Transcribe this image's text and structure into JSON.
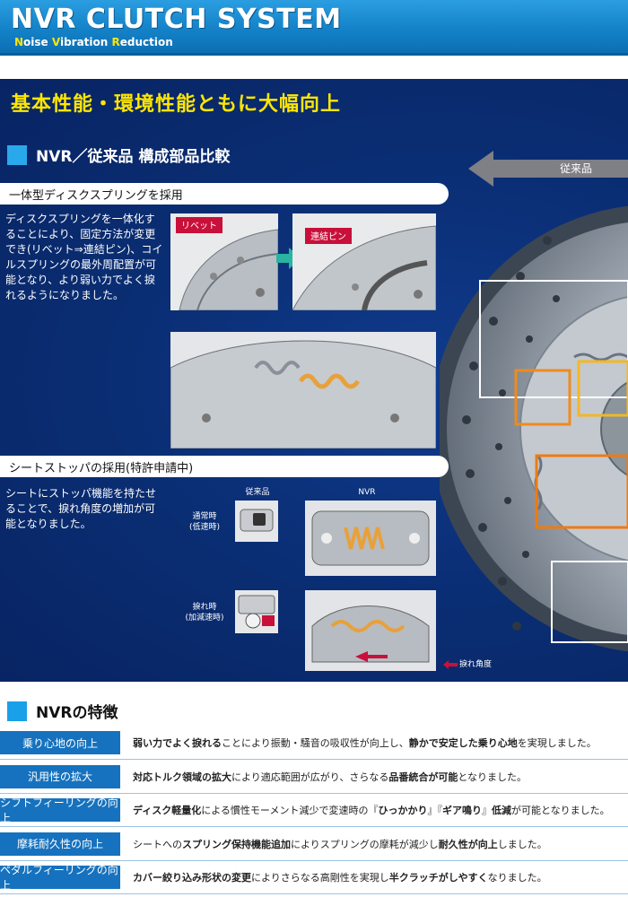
{
  "header": {
    "title": "NVR CLUTCH SYSTEM",
    "subtitle_parts": [
      "N",
      "oise ",
      "V",
      "ibration ",
      "R",
      "eduction"
    ]
  },
  "headline": "基本性能・環境性能ともに大幅向上",
  "comparison": {
    "section_title": "NVR／従来品 構成部品比較",
    "conventional_label": "従来品"
  },
  "spring": {
    "title": "一体型ディスクスプリングを採用",
    "lines": [
      "ディスクスプリングを一体化す",
      "ることにより、固定方法が変更",
      "でき(リベット⇒連結ピン)、コイ",
      "ルスプリングの最外周配置が可",
      "能となり、より弱い力でよく捩",
      "れるようになりました。"
    ],
    "tag_rivet": "リベット",
    "tag_pin": "連結ピン"
  },
  "stopper": {
    "title": "シートストッパの採用(特許申請中)",
    "lines": [
      "シートにストッパ機能を持たせ",
      "ることで、捩れ角度の増加が可",
      "能となりました。"
    ],
    "col_conventional": "従来品",
    "col_nvr": "NVR",
    "normal_line1": "通常時",
    "normal_line2": "(低速時)",
    "twist_line1": "捩れ時",
    "twist_line2": "(加減速時)",
    "legend": "捩れ角度"
  },
  "features": {
    "title": "NVRの特徴",
    "rows": [
      {
        "label": "乗り心地の向上",
        "segments": [
          {
            "t": "弱い力でよく捩れる",
            "b": true
          },
          {
            "t": "ことにより振動・騒音の吸収性が向上し、",
            "b": false
          },
          {
            "t": "静かで安定した乗り心地",
            "b": true
          },
          {
            "t": "を実現しました。",
            "b": false
          }
        ]
      },
      {
        "label": "汎用性の拡大",
        "segments": [
          {
            "t": "対応トルク領域の拡大",
            "b": true
          },
          {
            "t": "により適応範囲が広がり、さらなる",
            "b": false
          },
          {
            "t": "品番統合が可能",
            "b": true
          },
          {
            "t": "となりました。",
            "b": false
          }
        ]
      },
      {
        "label": "シフトフィーリングの向上",
        "segments": [
          {
            "t": "ディスク軽量化",
            "b": true
          },
          {
            "t": "による慣性モーメント減少で変速時の『",
            "b": false
          },
          {
            "t": "ひっかかり",
            "b": true
          },
          {
            "t": "』『",
            "b": false
          },
          {
            "t": "ギア鳴り",
            "b": true
          },
          {
            "t": "』",
            "b": false
          },
          {
            "t": "低減",
            "b": true
          },
          {
            "t": "が可能となりました。",
            "b": false
          }
        ]
      },
      {
        "label": "摩耗耐久性の向上",
        "segments": [
          {
            "t": "シートへの",
            "b": false
          },
          {
            "t": "スプリング保持機能追加",
            "b": true
          },
          {
            "t": "によりスプリングの摩耗が減少し",
            "b": false
          },
          {
            "t": "耐久性が向上",
            "b": true
          },
          {
            "t": "しました。",
            "b": false
          }
        ]
      },
      {
        "label": "ペダルフィーリングの向上",
        "segments": [
          {
            "t": "カバー絞り込み形状の変更",
            "b": true
          },
          {
            "t": "によりさらなる高剛性を実現し",
            "b": false
          },
          {
            "t": "半クラッチがしやすく",
            "b": true
          },
          {
            "t": "なりました。",
            "b": false
          }
        ]
      }
    ]
  },
  "colors": {
    "header_blue": "#1482c8",
    "panel_blue": "#0a2d72",
    "accent_yellow": "#ffe600",
    "label_blue": "#1672be",
    "tag_red": "#c8103a"
  }
}
